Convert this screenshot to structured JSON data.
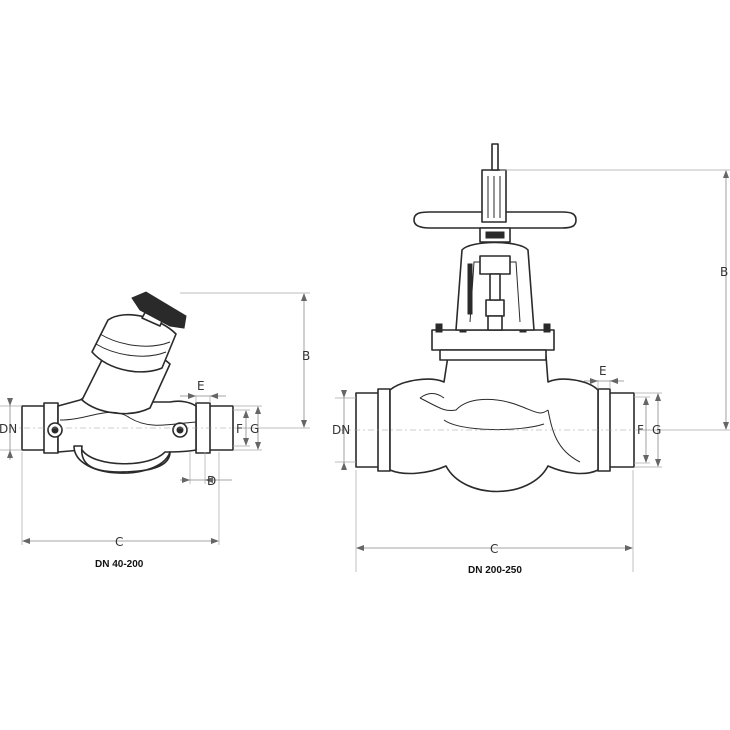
{
  "left_view": {
    "caption": "DN 40-200",
    "labels": {
      "dn": "DN",
      "b": "B",
      "c": "C",
      "d": "D",
      "e": "E",
      "f": "F",
      "g": "G"
    }
  },
  "right_view": {
    "caption": "DN 200-250",
    "labels": {
      "dn": "DN",
      "b": "B",
      "c": "C",
      "e": "E",
      "f": "F",
      "g": "G"
    }
  },
  "colors": {
    "line": "#2a2a2a",
    "dimension": "#888888",
    "background": "#ffffff"
  }
}
